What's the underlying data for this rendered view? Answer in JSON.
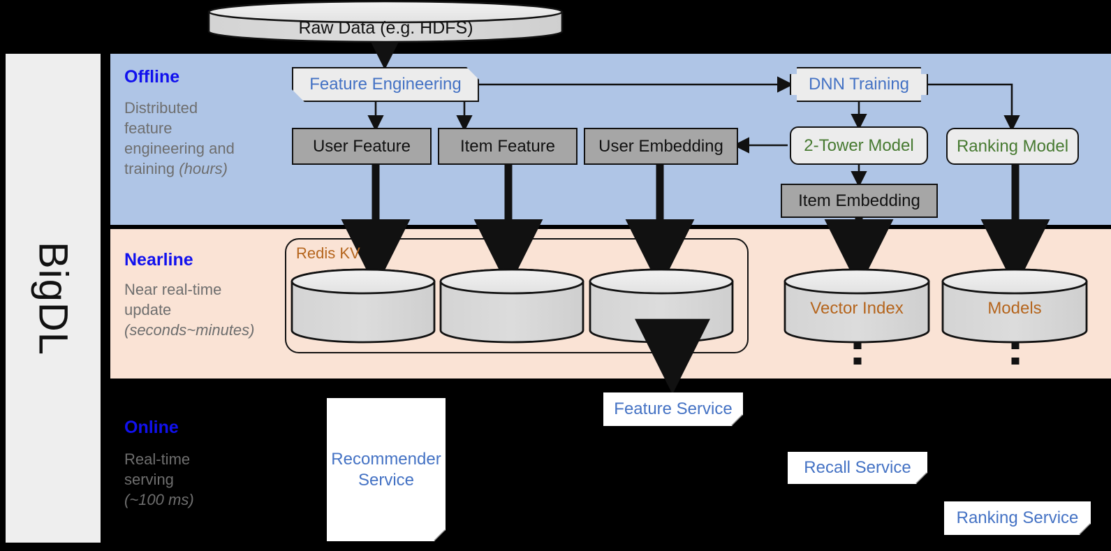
{
  "rail": {
    "label": "BigDL"
  },
  "top": {
    "raw_data": "Raw Data (e.g. HDFS)"
  },
  "bands": [
    {
      "id": "offline",
      "title": "Offline",
      "subtitle_line1": "Distributed",
      "subtitle_line2": "feature",
      "subtitle_line3": "engineering and",
      "subtitle_line4": "training ",
      "subtitle_italic": "(hours)",
      "bg_color": "#AFC5E6",
      "title_color": "#1111EE"
    },
    {
      "id": "nearline",
      "title": "Nearline",
      "subtitle_line1": "Near real-time",
      "subtitle_line2": "update",
      "subtitle_italic": "(seconds~minutes)",
      "bg_color": "#FAE3D5",
      "title_color": "#1111EE"
    },
    {
      "id": "online",
      "title": "Online",
      "subtitle_line1": "Real-time",
      "subtitle_line2": "serving",
      "subtitle_italic": "(~100 ms)",
      "bg_color": "#000000",
      "title_color": "#1111EE"
    }
  ],
  "offline_nodes": {
    "feature_engineering": "Feature Engineering",
    "dnn_training": "DNN Training",
    "user_feature": "User Feature",
    "item_feature": "Item Feature",
    "user_embedding": "User Embedding",
    "two_tower_model": "2-Tower Model",
    "ranking_model": "Ranking Model",
    "item_embedding": "Item Embedding"
  },
  "nearline_nodes": {
    "redis_kv": "Redis KV",
    "kv_store_1": "",
    "kv_store_2": "",
    "kv_store_3": "",
    "vector_index": "Vector Index",
    "models": "Models"
  },
  "online_nodes": {
    "recommender_service_line1": "Recommender",
    "recommender_service_line2": "Service",
    "feature_service": "Feature Service",
    "recall_service": "Recall Service",
    "ranking_service": "Ranking Service"
  },
  "colors": {
    "offline_bg": "#AFC5E6",
    "nearline_bg": "#FAE3D5",
    "online_bg": "#000000",
    "grey_box": "#A6A6A6",
    "proc_box": "#ECECEC",
    "blue_text": "#4472C4",
    "green_text": "#477A31",
    "brown_text": "#B5651D",
    "band_title": "#1111EE",
    "band_sub": "#6E6E6E",
    "rail_bg": "#EEEEEE",
    "cylinder_fill": "#D9D9D9"
  }
}
